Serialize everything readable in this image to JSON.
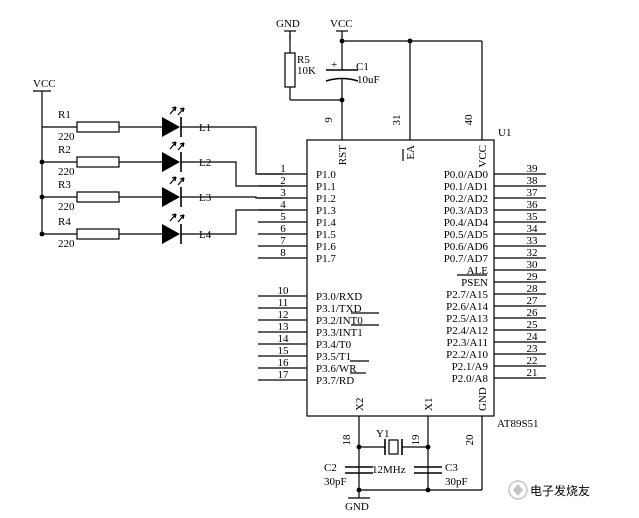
{
  "power": {
    "gnd_top": "GND",
    "vcc_top": "VCC",
    "vcc_left": "VCC",
    "gnd_bottom": "GND"
  },
  "reset": {
    "resistor": "R5",
    "resistor_value": "10K",
    "capacitor": "C1",
    "capacitor_value": "10uF",
    "cap_plus": "+"
  },
  "leds": [
    {
      "resistor": "R1",
      "value": "220",
      "led": "L1"
    },
    {
      "resistor": "R2",
      "value": "220",
      "led": "L2"
    },
    {
      "resistor": "R3",
      "value": "220",
      "led": "L3"
    },
    {
      "resistor": "R4",
      "value": "220",
      "led": "L4"
    }
  ],
  "chip": {
    "ref": "U1",
    "part": "AT89S51",
    "top_pins": [
      {
        "num": "9",
        "name": "RST"
      },
      {
        "num": "31",
        "name": "EA"
      },
      {
        "num": "40",
        "name": "VCC"
      }
    ],
    "bottom_pins": [
      {
        "num": "18",
        "name": "X2"
      },
      {
        "num": "19",
        "name": "X1"
      },
      {
        "num": "20",
        "name": "GND"
      }
    ],
    "left_pins": [
      {
        "num": "1",
        "name": "P1.0"
      },
      {
        "num": "2",
        "name": "P1.1"
      },
      {
        "num": "3",
        "name": "P1.2"
      },
      {
        "num": "4",
        "name": "P1.3"
      },
      {
        "num": "5",
        "name": "P1.4"
      },
      {
        "num": "6",
        "name": "P1.5"
      },
      {
        "num": "7",
        "name": "P1.6"
      },
      {
        "num": "8",
        "name": "P1.7"
      },
      {
        "num": "10",
        "name": "P3.0/RXD"
      },
      {
        "num": "11",
        "name": "P3.1/TXD"
      },
      {
        "num": "12",
        "name": "P3.2/INT0"
      },
      {
        "num": "13",
        "name": "P3.3/INT1"
      },
      {
        "num": "14",
        "name": "P3.4/T0"
      },
      {
        "num": "15",
        "name": "P3.5/T1"
      },
      {
        "num": "16",
        "name": "P3.6/WR"
      },
      {
        "num": "17",
        "name": "P3.7/RD"
      }
    ],
    "right_pins": [
      {
        "num": "39",
        "name": "P0.0/AD0"
      },
      {
        "num": "38",
        "name": "P0.1/AD1"
      },
      {
        "num": "37",
        "name": "P0.2/AD2"
      },
      {
        "num": "36",
        "name": "P0.3/AD3"
      },
      {
        "num": "35",
        "name": "P0.4/AD4"
      },
      {
        "num": "34",
        "name": "P0.5/AD5"
      },
      {
        "num": "33",
        "name": "P0.6/AD6"
      },
      {
        "num": "32",
        "name": "P0.7/AD7"
      },
      {
        "num": "30",
        "name": "ALE"
      },
      {
        "num": "29",
        "name": "PSEN"
      },
      {
        "num": "28",
        "name": "P2.7/A15"
      },
      {
        "num": "27",
        "name": "P2.6/A14"
      },
      {
        "num": "26",
        "name": "P2.5/A13"
      },
      {
        "num": "25",
        "name": "P2.4/A12"
      },
      {
        "num": "24",
        "name": "P2.3/A11"
      },
      {
        "num": "23",
        "name": "P2.2/A10"
      },
      {
        "num": "22",
        "name": "P2.1/A9"
      },
      {
        "num": "21",
        "name": "P2.0/A8"
      }
    ]
  },
  "crystal": {
    "ref": "Y1",
    "value": "12MHz",
    "cap_left": "C2",
    "cap_left_value": "30pF",
    "cap_right": "C3",
    "cap_right_value": "30pF"
  },
  "watermark": {
    "text": "电子发烧友",
    "icon": "watermark-logo-icon"
  }
}
